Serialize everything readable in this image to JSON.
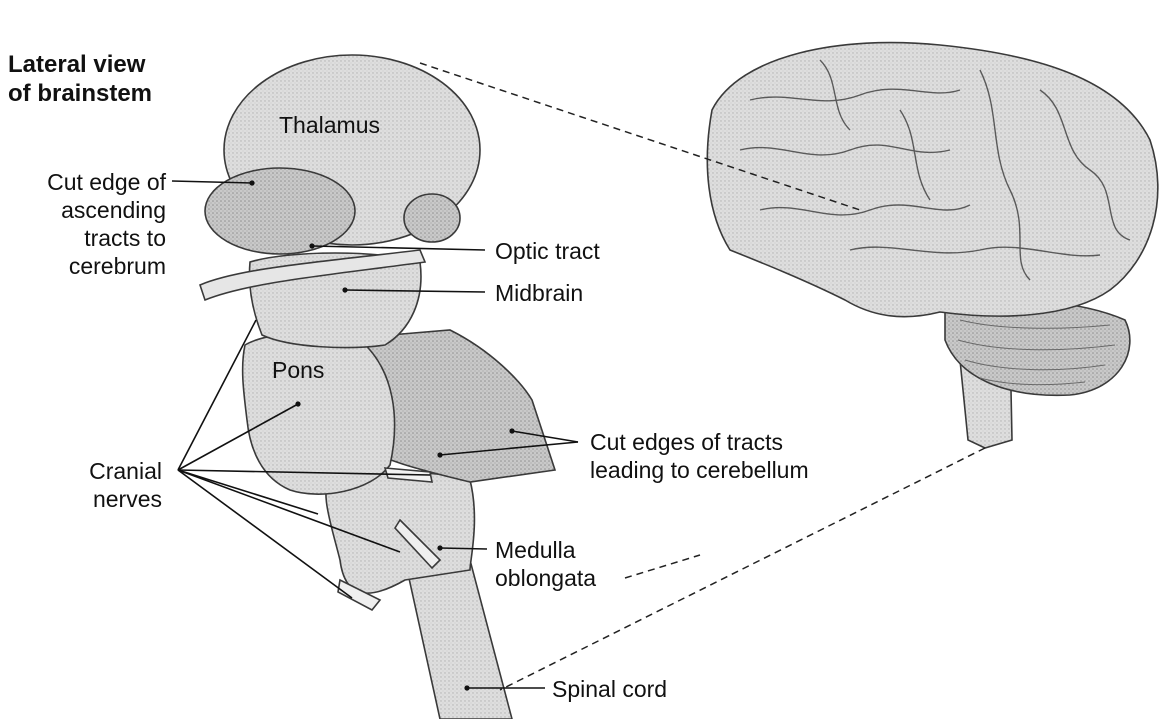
{
  "figure": {
    "title_lines": [
      "Lateral view",
      "of brainstem"
    ],
    "labels": {
      "thalamus": "Thalamus",
      "cut_edge_ascending": [
        "Cut edge of",
        "ascending",
        "tracts to",
        "cerebrum"
      ],
      "optic_tract": "Optic tract",
      "midbrain": "Midbrain",
      "pons": "Pons",
      "cranial_nerves": [
        "Cranial",
        "nerves"
      ],
      "cut_edges_cerebellum": [
        "Cut edges of tracts",
        "leading to cerebellum"
      ],
      "medulla_oblongata": [
        "Medulla",
        "oblongata"
      ],
      "spinal_cord": "Spinal cord"
    },
    "colors": {
      "tissue": "#d9d9d9",
      "tissue_dark": "#a8a8a8",
      "outline": "#3a3a3a",
      "leader": "#111111"
    }
  }
}
